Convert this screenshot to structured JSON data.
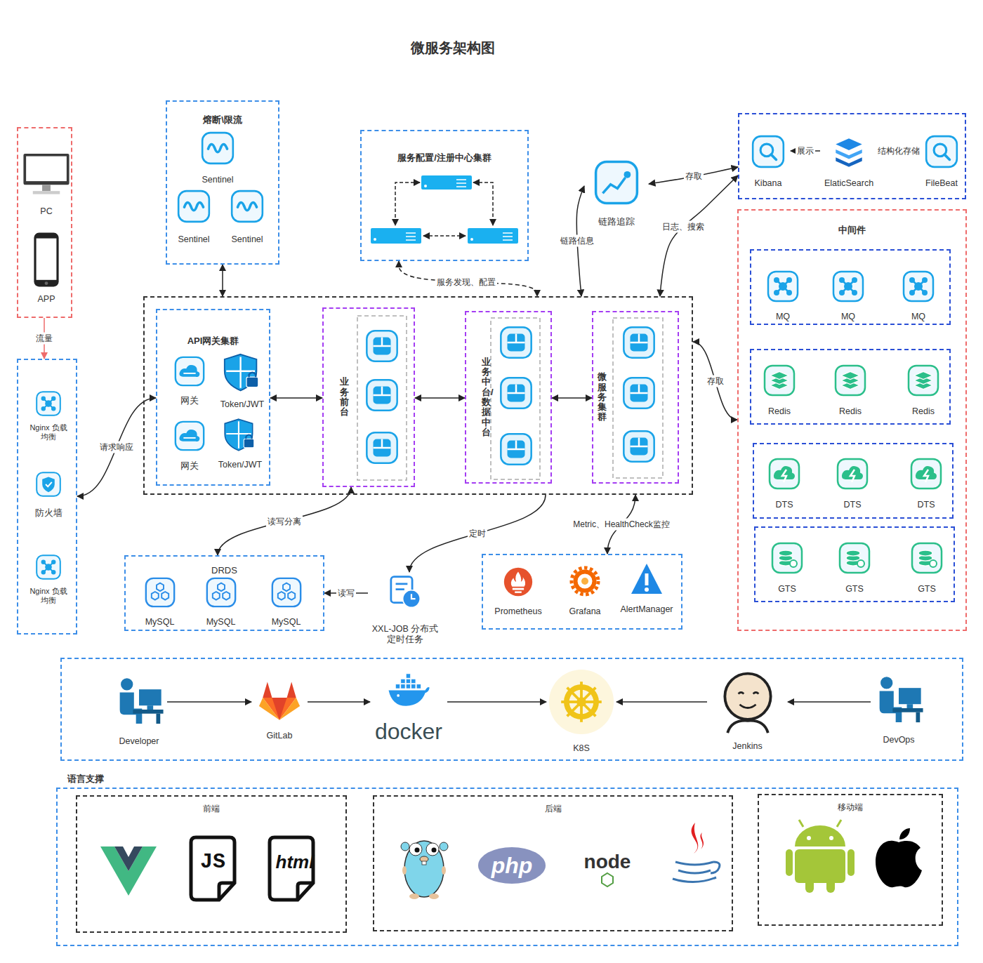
{
  "diagram": {
    "title": "微服务架构图",
    "nodes": [
      {
        "text": []
      },
      {
        "text": [
          "PC"
        ],
        "in": 0
      },
      {
        "text": [
          "APP"
        ],
        "in": 0
      },
      {
        "text": []
      },
      {
        "text": [
          "Nginx 负载均衡"
        ],
        "in": 3
      },
      {
        "text": [
          "防火墙"
        ],
        "in": 3
      },
      {
        "text": [
          "Nginx 负载均衡"
        ],
        "in": 3
      },
      {
        "text": [
          "熔断\\限流"
        ]
      },
      {
        "text": [
          "Sentinel"
        ],
        "in": 7
      },
      {
        "text": [
          "Sentinel"
        ],
        "in": 7
      },
      {
        "text": [
          "Sentinel"
        ],
        "in": 7
      },
      {
        "text": [
          "服务配置/注册中心集群"
        ]
      },
      {
        "text": [
          "链路追踪"
        ]
      },
      {
        "text": []
      },
      {
        "text": [
          "Kibana"
        ],
        "in": 13
      },
      {
        "text": [
          "ElaticSearch"
        ],
        "in": 13
      },
      {
        "text": [
          "FileBeat"
        ],
        "in": 13
      },
      {
        "text": [
          "中间件"
        ]
      },
      {
        "text": [],
        "in": 17
      },
      {
        "text": [
          "MQ"
        ],
        "in": 18
      },
      {
        "text": [
          "MQ"
        ],
        "in": 18
      },
      {
        "text": [
          "MQ"
        ],
        "in": 18
      },
      {
        "text": [],
        "in": 17
      },
      {
        "text": [
          "Redis"
        ],
        "in": 22
      },
      {
        "text": [
          "Redis"
        ],
        "in": 22
      },
      {
        "text": [
          "Redis"
        ],
        "in": 22
      },
      {
        "text": [],
        "in": 17
      },
      {
        "text": [
          "DTS"
        ],
        "in": 26
      },
      {
        "text": [
          "DTS"
        ],
        "in": 26
      },
      {
        "text": [
          "DTS"
        ],
        "in": 26
      },
      {
        "text": [],
        "in": 17
      },
      {
        "text": [
          "GTS"
        ],
        "in": 30
      },
      {
        "text": [
          "GTS"
        ],
        "in": 30
      },
      {
        "text": [
          "GTS"
        ],
        "in": 30
      },
      {
        "text": []
      },
      {
        "text": [
          "API网关集群"
        ],
        "in": 34
      },
      {
        "text": [
          "网关"
        ],
        "in": 35
      },
      {
        "text": [
          "Token/JWT"
        ],
        "in": 35
      },
      {
        "text": [
          "网关"
        ],
        "in": 35
      },
      {
        "text": [
          "Token/JWT"
        ],
        "in": 35
      },
      {
        "text": [
          "业务前台"
        ],
        "in": 34
      },
      {
        "text": [
          "业务中台/数据中台"
        ],
        "in": 34
      },
      {
        "text": [
          "微服务集群"
        ],
        "in": 34
      },
      {
        "text": [
          "DRDS"
        ]
      },
      {
        "text": [
          "MySQL"
        ],
        "in": 43
      },
      {
        "text": [
          "MySQL"
        ],
        "in": 43
      },
      {
        "text": [
          "MySQL"
        ],
        "in": 43
      },
      {
        "text": [
          "XXL-JOB 分布式定时任务"
        ]
      },
      {
        "text": []
      },
      {
        "text": [
          "Prometheus"
        ],
        "in": 48
      },
      {
        "text": [
          "Grafana"
        ],
        "in": 48
      },
      {
        "text": [
          "AlertManager"
        ],
        "in": 48
      },
      {
        "text": []
      },
      {
        "text": [
          "Developer"
        ],
        "in": 52
      },
      {
        "text": [
          "GitLab"
        ],
        "in": 52
      },
      {
        "text": [
          "docker"
        ],
        "in": 52
      },
      {
        "text": [
          "K8S"
        ],
        "in": 52
      },
      {
        "text": [
          "Jenkins"
        ],
        "in": 52
      },
      {
        "text": [
          "DevOps"
        ],
        "in": 52
      },
      {
        "text": [
          "语言支撑"
        ]
      },
      {
        "text": [
          "前端"
        ],
        "in": 59
      },
      {
        "text": [
          "后端"
        ],
        "in": 59
      },
      {
        "text": [
          "移动端"
        ],
        "in": 59
      }
    ],
    "edges": [
      {
        "from": 0,
        "to": 3,
        "label": "流量",
        "arrow": "to"
      },
      {
        "from": 3,
        "to": 35,
        "label": "请求响应",
        "arrow": "both"
      },
      {
        "from": 7,
        "to": 34,
        "arrow": "both"
      },
      {
        "from": 11,
        "to": 34,
        "label": "服务发现、配置",
        "arrow": "both"
      },
      {
        "from": 34,
        "to": 12,
        "label": "链路信息",
        "arrow": "both"
      },
      {
        "from": 12,
        "to": 13,
        "label": "存取",
        "arrow": "both"
      },
      {
        "from": 34,
        "to": 13,
        "label": "日志、搜索",
        "arrow": "both"
      },
      {
        "from": 15,
        "to": 14,
        "label": "展示",
        "arrow": "to"
      },
      {
        "from": 16,
        "to": 15,
        "label": "结构化存储",
        "arrow": "to"
      },
      {
        "from": 35,
        "to": 40,
        "arrow": "both"
      },
      {
        "from": 40,
        "to": 41,
        "arrow": "both"
      },
      {
        "from": 41,
        "to": 42,
        "arrow": "both"
      },
      {
        "from": 34,
        "to": 17,
        "label": "存取",
        "arrow": "both"
      },
      {
        "from": 40,
        "to": 43,
        "label": "读写分离",
        "arrow": "both"
      },
      {
        "from": 34,
        "to": 47,
        "label": "定时",
        "arrow": "to"
      },
      {
        "from": 47,
        "to": 43,
        "label": "读写",
        "arrow": "to"
      },
      {
        "from": 48,
        "to": 34,
        "label": "Metric、HealthCheck监控",
        "arrow": "both"
      },
      {
        "from": 53,
        "to": 54,
        "arrow": "to"
      },
      {
        "from": 54,
        "to": 55,
        "arrow": "to"
      },
      {
        "from": 55,
        "to": 56,
        "arrow": "to"
      },
      {
        "from": 57,
        "to": 56,
        "arrow": "to"
      },
      {
        "from": 58,
        "to": 57,
        "arrow": "to"
      }
    ],
    "labels": [
      "JS",
      "html",
      "php",
      "node"
    ]
  }
}
